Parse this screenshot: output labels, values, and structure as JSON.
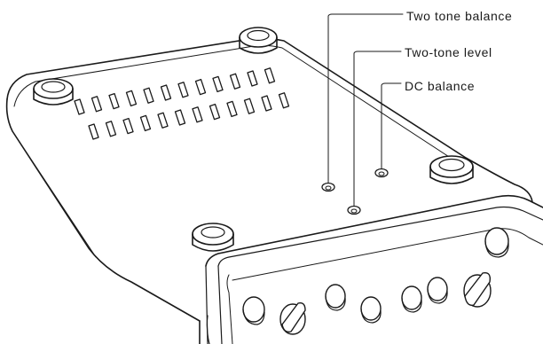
{
  "callouts": {
    "two_tone_balance": "Two tone balance",
    "two_tone_level": "Two-tone level",
    "dc_balance": "DC balance"
  }
}
